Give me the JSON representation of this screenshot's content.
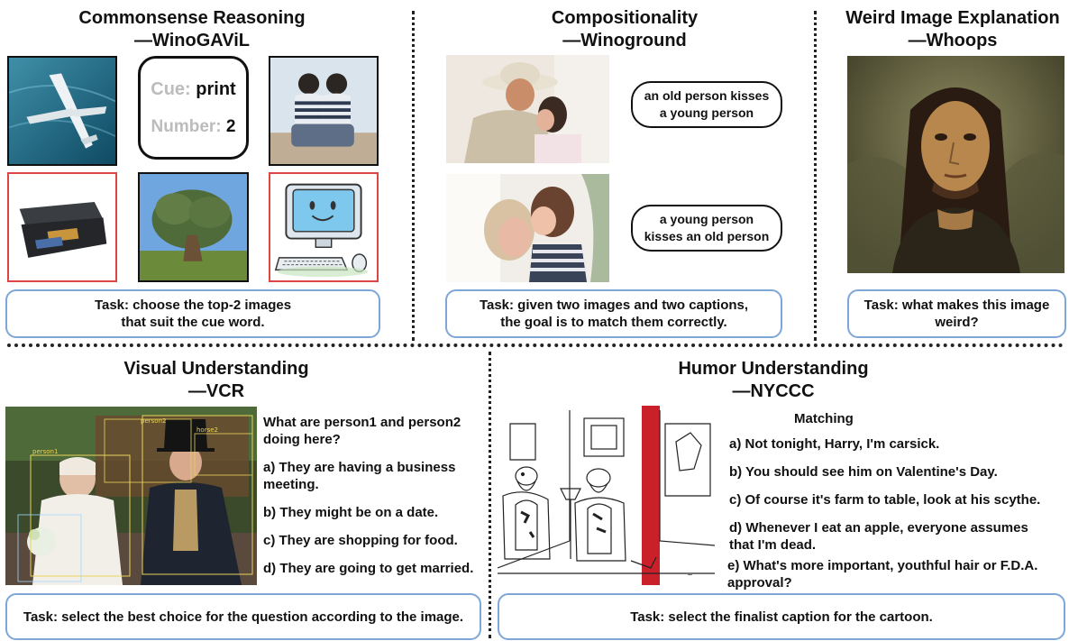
{
  "panels": {
    "winogavil": {
      "title_line1": "Commonsense Reasoning",
      "title_line2": "—WinoGAViL",
      "cue_label": "Cue:",
      "cue_value": "print",
      "number_label": "Number:",
      "number_value": "2",
      "task_line1": "Task: choose the top-2 images",
      "task_line2": "that suit the cue word."
    },
    "winoground": {
      "title_line1": "Compositionality",
      "title_line2": "—Winoground",
      "caption1_line1": "an old person kisses",
      "caption1_line2": "a young person",
      "caption2_line1": "a young person",
      "caption2_line2": "kisses an old person",
      "task_line1": "Task: given two images and two captions,",
      "task_line2": "the goal is to match them correctly."
    },
    "whoops": {
      "title_line1": "Weird Image Explanation",
      "title_line2": "—Whoops",
      "task_line1": "Task: what makes this image",
      "task_line2": "weird?"
    },
    "vcr": {
      "title_line1": "Visual Understanding",
      "title_line2": "—VCR",
      "question_line1": "What are person1 and person2",
      "question_line2": "doing here?",
      "option_a_line1": "a) They are having a business",
      "option_a_line2": "meeting.",
      "option_b": "b) They might be on a date.",
      "option_c": "c) They are shopping for food.",
      "option_d": "d) They are going to get married.",
      "box_label_person1": "person1",
      "box_label_horse": "horse2",
      "box_label_person2": "person2",
      "task": "Task: select the best choice for the question according to the image."
    },
    "nyccc": {
      "title_line1": "Humor Understanding",
      "title_line2": "—NYCCC",
      "heading": "Matching",
      "option_a": "a) Not tonight, Harry, I'm carsick.",
      "option_b": "b) You should see him on Valentine's Day.",
      "option_c": "c) Of course it's farm to table, look at his scythe.",
      "option_d_line1": "d) Whenever I eat an apple, everyone assumes",
      "option_d_line2": "that I'm dead.",
      "option_e_line1": "e) What's more important, youthful hair or F.D.A.",
      "option_e_line2": "approval?",
      "task": "Task: select the finalist caption for the cartoon."
    }
  },
  "colors": {
    "task_border": "#7ea6d6",
    "selected_border": "#e04545",
    "cue_key": "#bcbcbc"
  },
  "icons": [
    "airplane-image",
    "children-image",
    "scanner-image",
    "olive-tree-image",
    "computer-cartoon-image",
    "kiss-photo",
    "mona-lisa-man-image",
    "movie-scene-image",
    "cow-cartoon-image"
  ]
}
